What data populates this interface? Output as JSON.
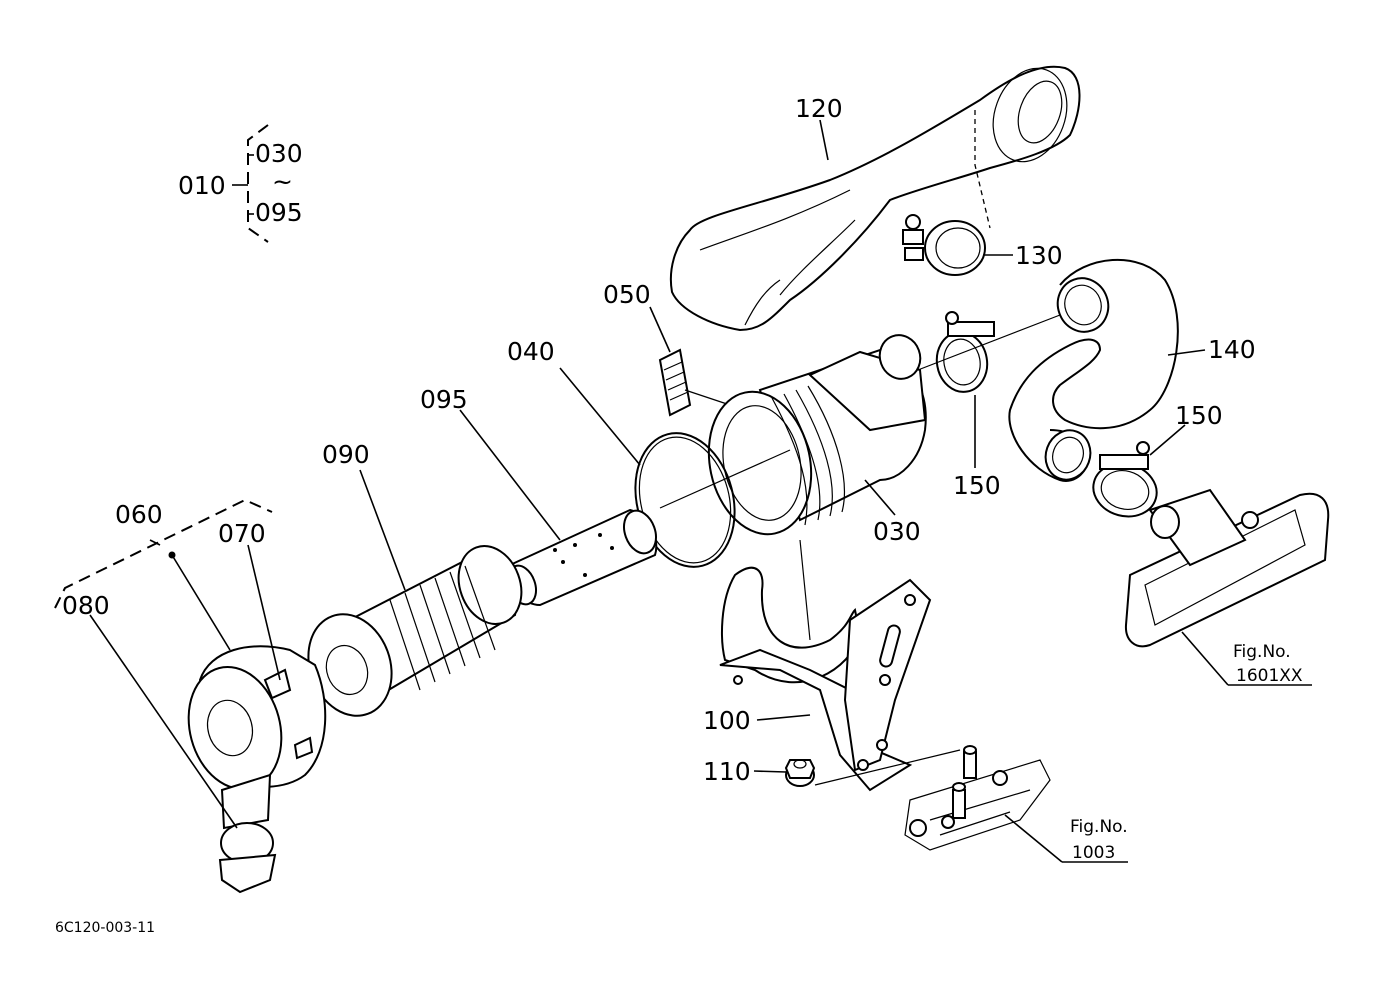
{
  "drawing_code": "6C120-003-11",
  "group": {
    "assembly": "010",
    "from": "030",
    "tilde": "~",
    "to": "095"
  },
  "callouts": {
    "p120": "120",
    "p130": "130",
    "p140": "140",
    "p150a": "150",
    "p150b": "150",
    "p050": "050",
    "p040": "040",
    "p095": "095",
    "p090": "090",
    "p030": "030",
    "p060": "060",
    "p070": "070",
    "p080": "080",
    "p100": "100",
    "p110": "110"
  },
  "figure_refs": {
    "ref1_label": "Fig.No.",
    "ref1_number": "1601XX",
    "ref2_label": "Fig.No.",
    "ref2_number": "1003"
  }
}
